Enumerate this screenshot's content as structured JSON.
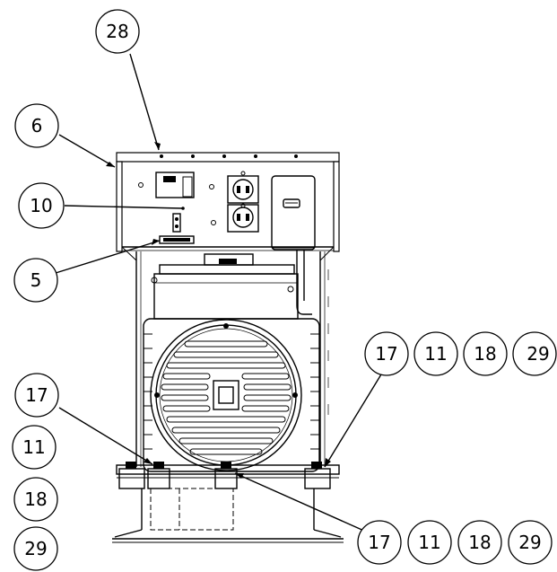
{
  "balloons": {
    "b28": "28",
    "b6": "6",
    "b10": "10",
    "b5": "5",
    "rr17": "17",
    "rr11": "11",
    "rr18": "18",
    "rr29": "29",
    "lc17": "17",
    "lc11": "11",
    "lc18": "18",
    "lc29": "29",
    "br17": "17",
    "br11": "11",
    "br18": "18",
    "br29": "29"
  }
}
